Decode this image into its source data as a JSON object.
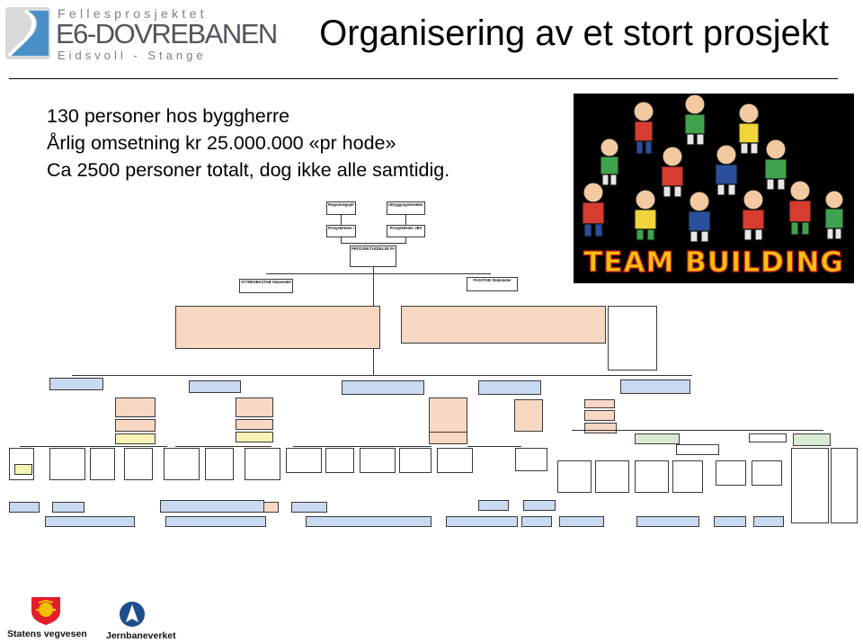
{
  "header": {
    "logo": {
      "top_line": "Fellesprosjektet",
      "main": "E6-DOVREBANEN",
      "bottom_line": "Eidsvoll - Stange"
    },
    "title": "Organisering av et stort prosjekt"
  },
  "bullets": [
    "130 personer hos byggherre",
    "Årlig omsetning kr 25.000.000 «pr hode»",
    "Ca 2500 personer totalt, dog ikke alle samtidig."
  ],
  "team_image": {
    "caption": "TEAM BUILDING"
  },
  "org_chart": {
    "top_left": "Regionvegsjef SVV",
    "top_right": "Utbyggingsdirektør JBV",
    "proj_left": "Prosjektleder SVV",
    "proj_right": "Prosjektleder JBV",
    "director": "PROSJEKTLEDELSE Prosjektleder",
    "staff_left": "STYRESEKSTAB Stabsleder",
    "staff_right": "FAGSTAB Stabsleder"
  },
  "footer": {
    "left_logo": "Statens vegvesen",
    "right_logo": "Jernbaneverket"
  },
  "colors": {
    "logo_blue": "#4a90c8",
    "sv_red": "#e31d2b",
    "sv_yellow": "#f2c200",
    "jbv_blue": "#1f4e8c",
    "team_yellow": "#f4c20d",
    "team_red": "#d2231b"
  }
}
